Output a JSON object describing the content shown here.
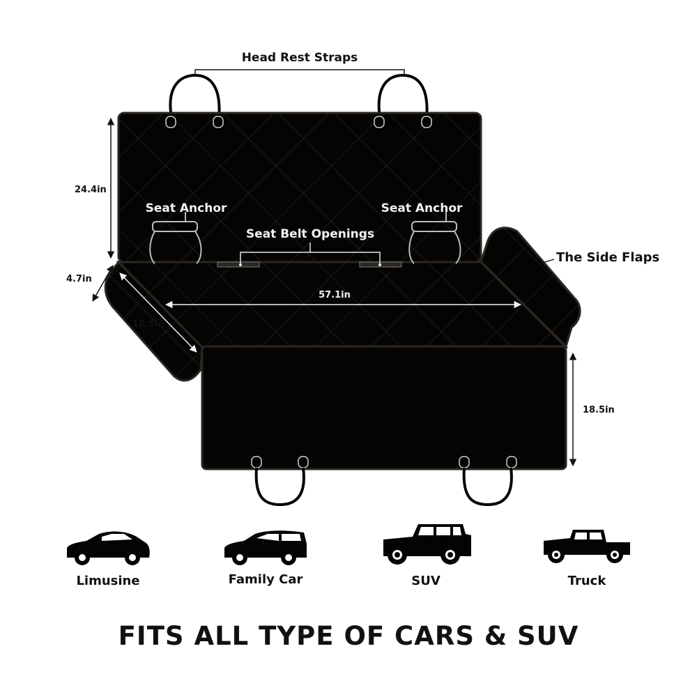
{
  "labels": {
    "head_rest_straps": "Head Rest Straps",
    "seat_anchor_left": "Seat Anchor",
    "seat_anchor_right": "Seat Anchor",
    "seat_belt_openings": "Seat Belt Openings",
    "side_flaps": "The Side Flaps"
  },
  "dimensions": {
    "backrest_height": "24.4in",
    "flap_thickness": "4.7in",
    "seat_depth": "18.5in",
    "width": "57.1in",
    "front_drop": "18.5in"
  },
  "vehicles": [
    {
      "name": "Limusine",
      "icon": "sedan-car-icon"
    },
    {
      "name": "Family Car",
      "icon": "hatchback-car-icon"
    },
    {
      "name": "SUV",
      "icon": "suv-icon"
    },
    {
      "name": "Truck",
      "icon": "pickup-truck-icon"
    }
  ],
  "headline": "FITS ALL TYPE OF CARS & SUV",
  "colors": {
    "cover": "#050403",
    "stitch": "#3a3632",
    "text": "#111111",
    "on_cover_text": "#f2f2f2"
  }
}
